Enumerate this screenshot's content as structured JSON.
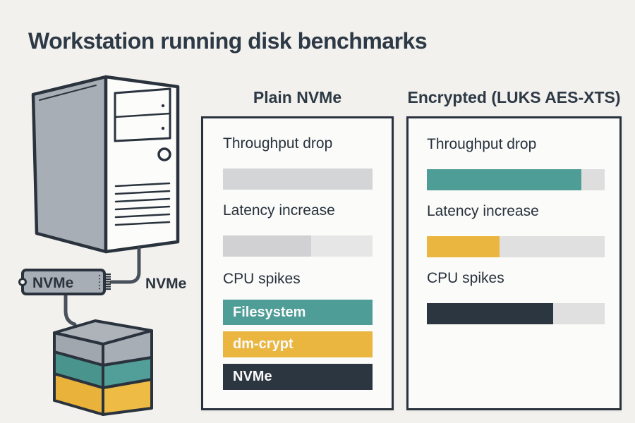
{
  "page": {
    "title": "Workstation running disk benchmarks",
    "background_color": "#f2f1ee",
    "ink_color": "#2a333d"
  },
  "illustration": {
    "nvme_stick_label": "NVMe",
    "nvme_cable_annotation": "NVMe",
    "stack_layers": [
      {
        "position": "top",
        "color": "#a8aeb6"
      },
      {
        "position": "middle",
        "color": "#529f99"
      },
      {
        "position": "bottom",
        "color": "#eebb45"
      }
    ]
  },
  "panels": [
    {
      "id": "plain",
      "title": "Plain NVMe",
      "metrics": [
        {
          "label": "Throughput drop",
          "fill_percent": 100,
          "fill_color": "#d4d5d6",
          "track_color": "#d4d5d6"
        },
        {
          "label": "Latency increase",
          "fill_percent": 59,
          "fill_color": "#d1d1d3",
          "track_color": "#e6e6e6"
        }
      ],
      "cpu_section_label": "CPU spikes",
      "legend_bars": [
        {
          "label": "Filesystem",
          "color": "#4f9d97"
        },
        {
          "label": "dm-crypt",
          "color": "#eab640"
        },
        {
          "label": "NVMe",
          "color": "#2c3640"
        }
      ]
    },
    {
      "id": "encrypted",
      "title": "Encrypted (LUKS AES-XTS)",
      "metrics": [
        {
          "label": "Throughput drop",
          "fill_percent": 87,
          "fill_color": "#4f9d97",
          "track_color": "#dedede"
        },
        {
          "label": "Latency increase",
          "fill_percent": 41,
          "fill_color": "#eab640",
          "track_color": "#e0e0e0"
        },
        {
          "label": "CPU spikes",
          "fill_percent": 71,
          "fill_color": "#2c3640",
          "track_color": "#e0e0e0"
        }
      ]
    }
  ]
}
